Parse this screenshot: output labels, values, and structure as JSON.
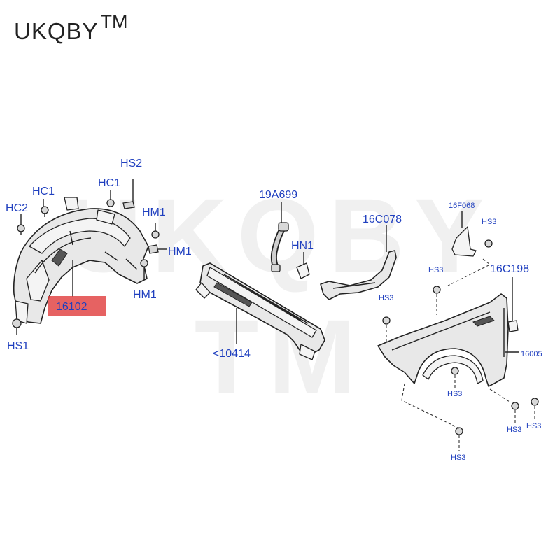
{
  "brand": {
    "name": "UKQBY",
    "tm": "TM"
  },
  "watermark": "UKQBY TM",
  "colors": {
    "label": "#1f3fbf",
    "highlight": "#e04040",
    "line": "#222222"
  },
  "labels": {
    "hc2": "HC2",
    "hc1a": "HC1",
    "hc1b": "HC1",
    "hs2": "HS2",
    "hm1a": "HM1",
    "hm1b": "HM1",
    "hm1c": "HM1",
    "hs1": "HS1",
    "p16102": "16102",
    "p19a699": "19A699",
    "hn1": "HN1",
    "p16c078": "16C078",
    "p10414": "<10414",
    "p16f068": "16F068",
    "hs3_top": "HS3",
    "p16c198": "16C198",
    "hs3_a": "HS3",
    "hs3_b": "HS3",
    "p16005": "16005",
    "hs3_c": "HS3",
    "hs3_d": "HS3",
    "hs3_e": "HS3",
    "hs3_f": "HS3"
  }
}
